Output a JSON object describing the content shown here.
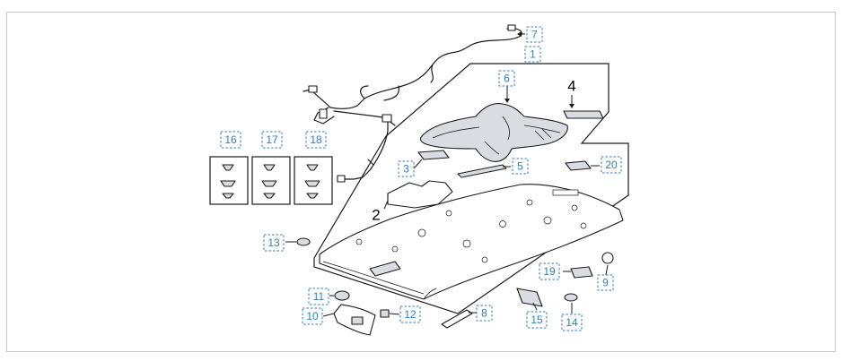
{
  "callouts": {
    "c1": "1",
    "c3": "3",
    "c5": "5",
    "c6": "6",
    "c7": "7",
    "c8": "8",
    "c9": "9",
    "c10": "10",
    "c11": "11",
    "c12": "12",
    "c13": "13",
    "c14": "14",
    "c15": "15",
    "c16": "16",
    "c17": "17",
    "c18": "18",
    "c19": "19",
    "c20": "20"
  },
  "labels": {
    "l2": "2",
    "l4": "4"
  }
}
